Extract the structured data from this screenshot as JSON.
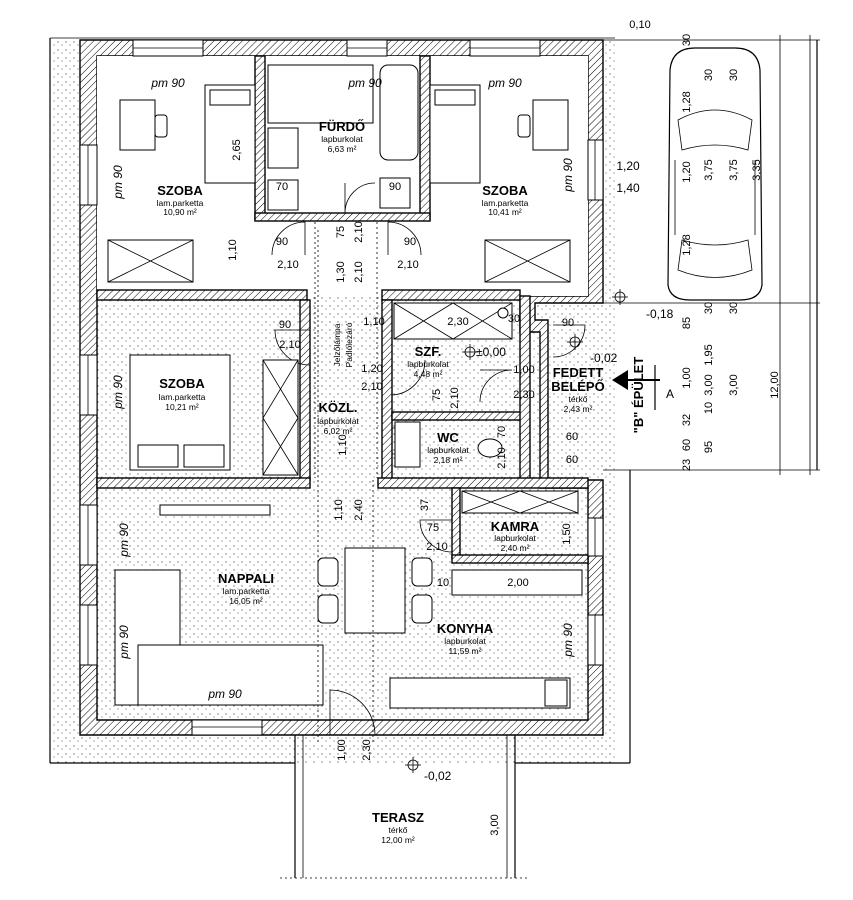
{
  "rooms": {
    "szoba_nw": {
      "name": "SZOBA",
      "floor": "lam.parketta",
      "area": "10,90 m²"
    },
    "furdo": {
      "name": "FÜRDŐ",
      "floor": "lapburkolat",
      "area": "6,63 m²"
    },
    "szoba_ne": {
      "name": "SZOBA",
      "floor": "lam.parketta",
      "area": "10,41 m²"
    },
    "szoba_w": {
      "name": "SZOBA",
      "floor": "lam.parketta",
      "area": "10,21 m²"
    },
    "szf": {
      "name": "SZF.",
      "floor": "lapburkolat",
      "area": "4,48 m²"
    },
    "kozl": {
      "name": "KÖZL.",
      "floor": "lapburkolat",
      "area": "6,02 m²"
    },
    "wc": {
      "name": "WC",
      "floor": "lapburkolat",
      "area": "2,18 m²"
    },
    "eloter": {
      "name_line1": "FEDETT",
      "name_line2": "BELÉPŐ",
      "floor": "térkő",
      "area": "2,43 m²"
    },
    "kamra": {
      "name": "KAMRA",
      "floor": "lapburkolat",
      "area": "2,40 m²"
    },
    "nappali": {
      "name": "NAPPALI",
      "floor": "lam.parketta",
      "area": "16,05 m²"
    },
    "konyha": {
      "name": "KONYHA",
      "floor": "lapburkolat",
      "area": "11,59 m²"
    },
    "terasz": {
      "name": "TERASZ",
      "floor": "térkő",
      "area": "12,00 m²"
    }
  },
  "window_labels": {
    "top_left": "pm 90",
    "top_mid": "pm 90",
    "top_right": "pm 90",
    "left_1": "pm 90",
    "left_2": "pm 90",
    "left_3": "pm 90",
    "left_4": "pm 90",
    "right_1": "pm 90",
    "right_2": "pm 90",
    "bottom": "pm 90"
  },
  "levels": {
    "entry": "-0,02",
    "hall": "±0,00",
    "ext": "-0,18",
    "terrace": "-0,02"
  },
  "building_label": "\"B\" ÉPÜLET",
  "section_mark": "A",
  "hallway_note_1": "Jelzőlámpa",
  "hallway_note_2": "Padlólezáró",
  "dimensions": {
    "wardrobe": "2,65",
    "bath_70": "70",
    "bath_90": "90",
    "door_w1": "90",
    "door_h1": "2,10",
    "door_w2": "90",
    "door_h2": "2,10",
    "door_w3": "90",
    "door_h3": "2,10",
    "hall_75": "75",
    "hall_210a": "2,10",
    "hall_130": "1,30",
    "hall_210b": "2,10",
    "hall_110": "1,10",
    "hall_120": "1,20",
    "hall_210c": "2,10",
    "szf_230": "2,30",
    "szf_30": "30",
    "wc_75": "75",
    "wc_210": "2,10",
    "wc_70": "70",
    "wc_210b": "2,10",
    "szf_100": "1,00",
    "szf_230b": "2,30",
    "ent_90": "90",
    "nw_110": "1,10",
    "hall_110b": "1,10",
    "ent_60a": "60",
    "ent_60b": "60",
    "lr_110": "1,10",
    "lr_240": "2,40",
    "kamra_37": "37",
    "kamra_75": "75",
    "kamra_210": "2,10",
    "kamra_150": "1,50",
    "kitchen_10": "10",
    "kitchen_200": "2,00",
    "ter_100": "1,00",
    "ter_230": "2,30",
    "ter_300": "3,00",
    "right_120": "1,20",
    "right_140": "1,40",
    "top_0": "0,10"
  },
  "right_dims": {
    "col1": [
      "1,28",
      "1,20",
      "1,28",
      "85",
      "1,00",
      "32",
      "60",
      "23"
    ],
    "col2": [
      "3,75",
      "30",
      "1,95",
      "3,00",
      "10",
      "95"
    ],
    "col3": [
      "3,75",
      "30",
      "3,00"
    ],
    "col4": [
      "3,35",
      "12,00"
    ],
    "top_30": [
      "30",
      "30",
      "30"
    ]
  }
}
